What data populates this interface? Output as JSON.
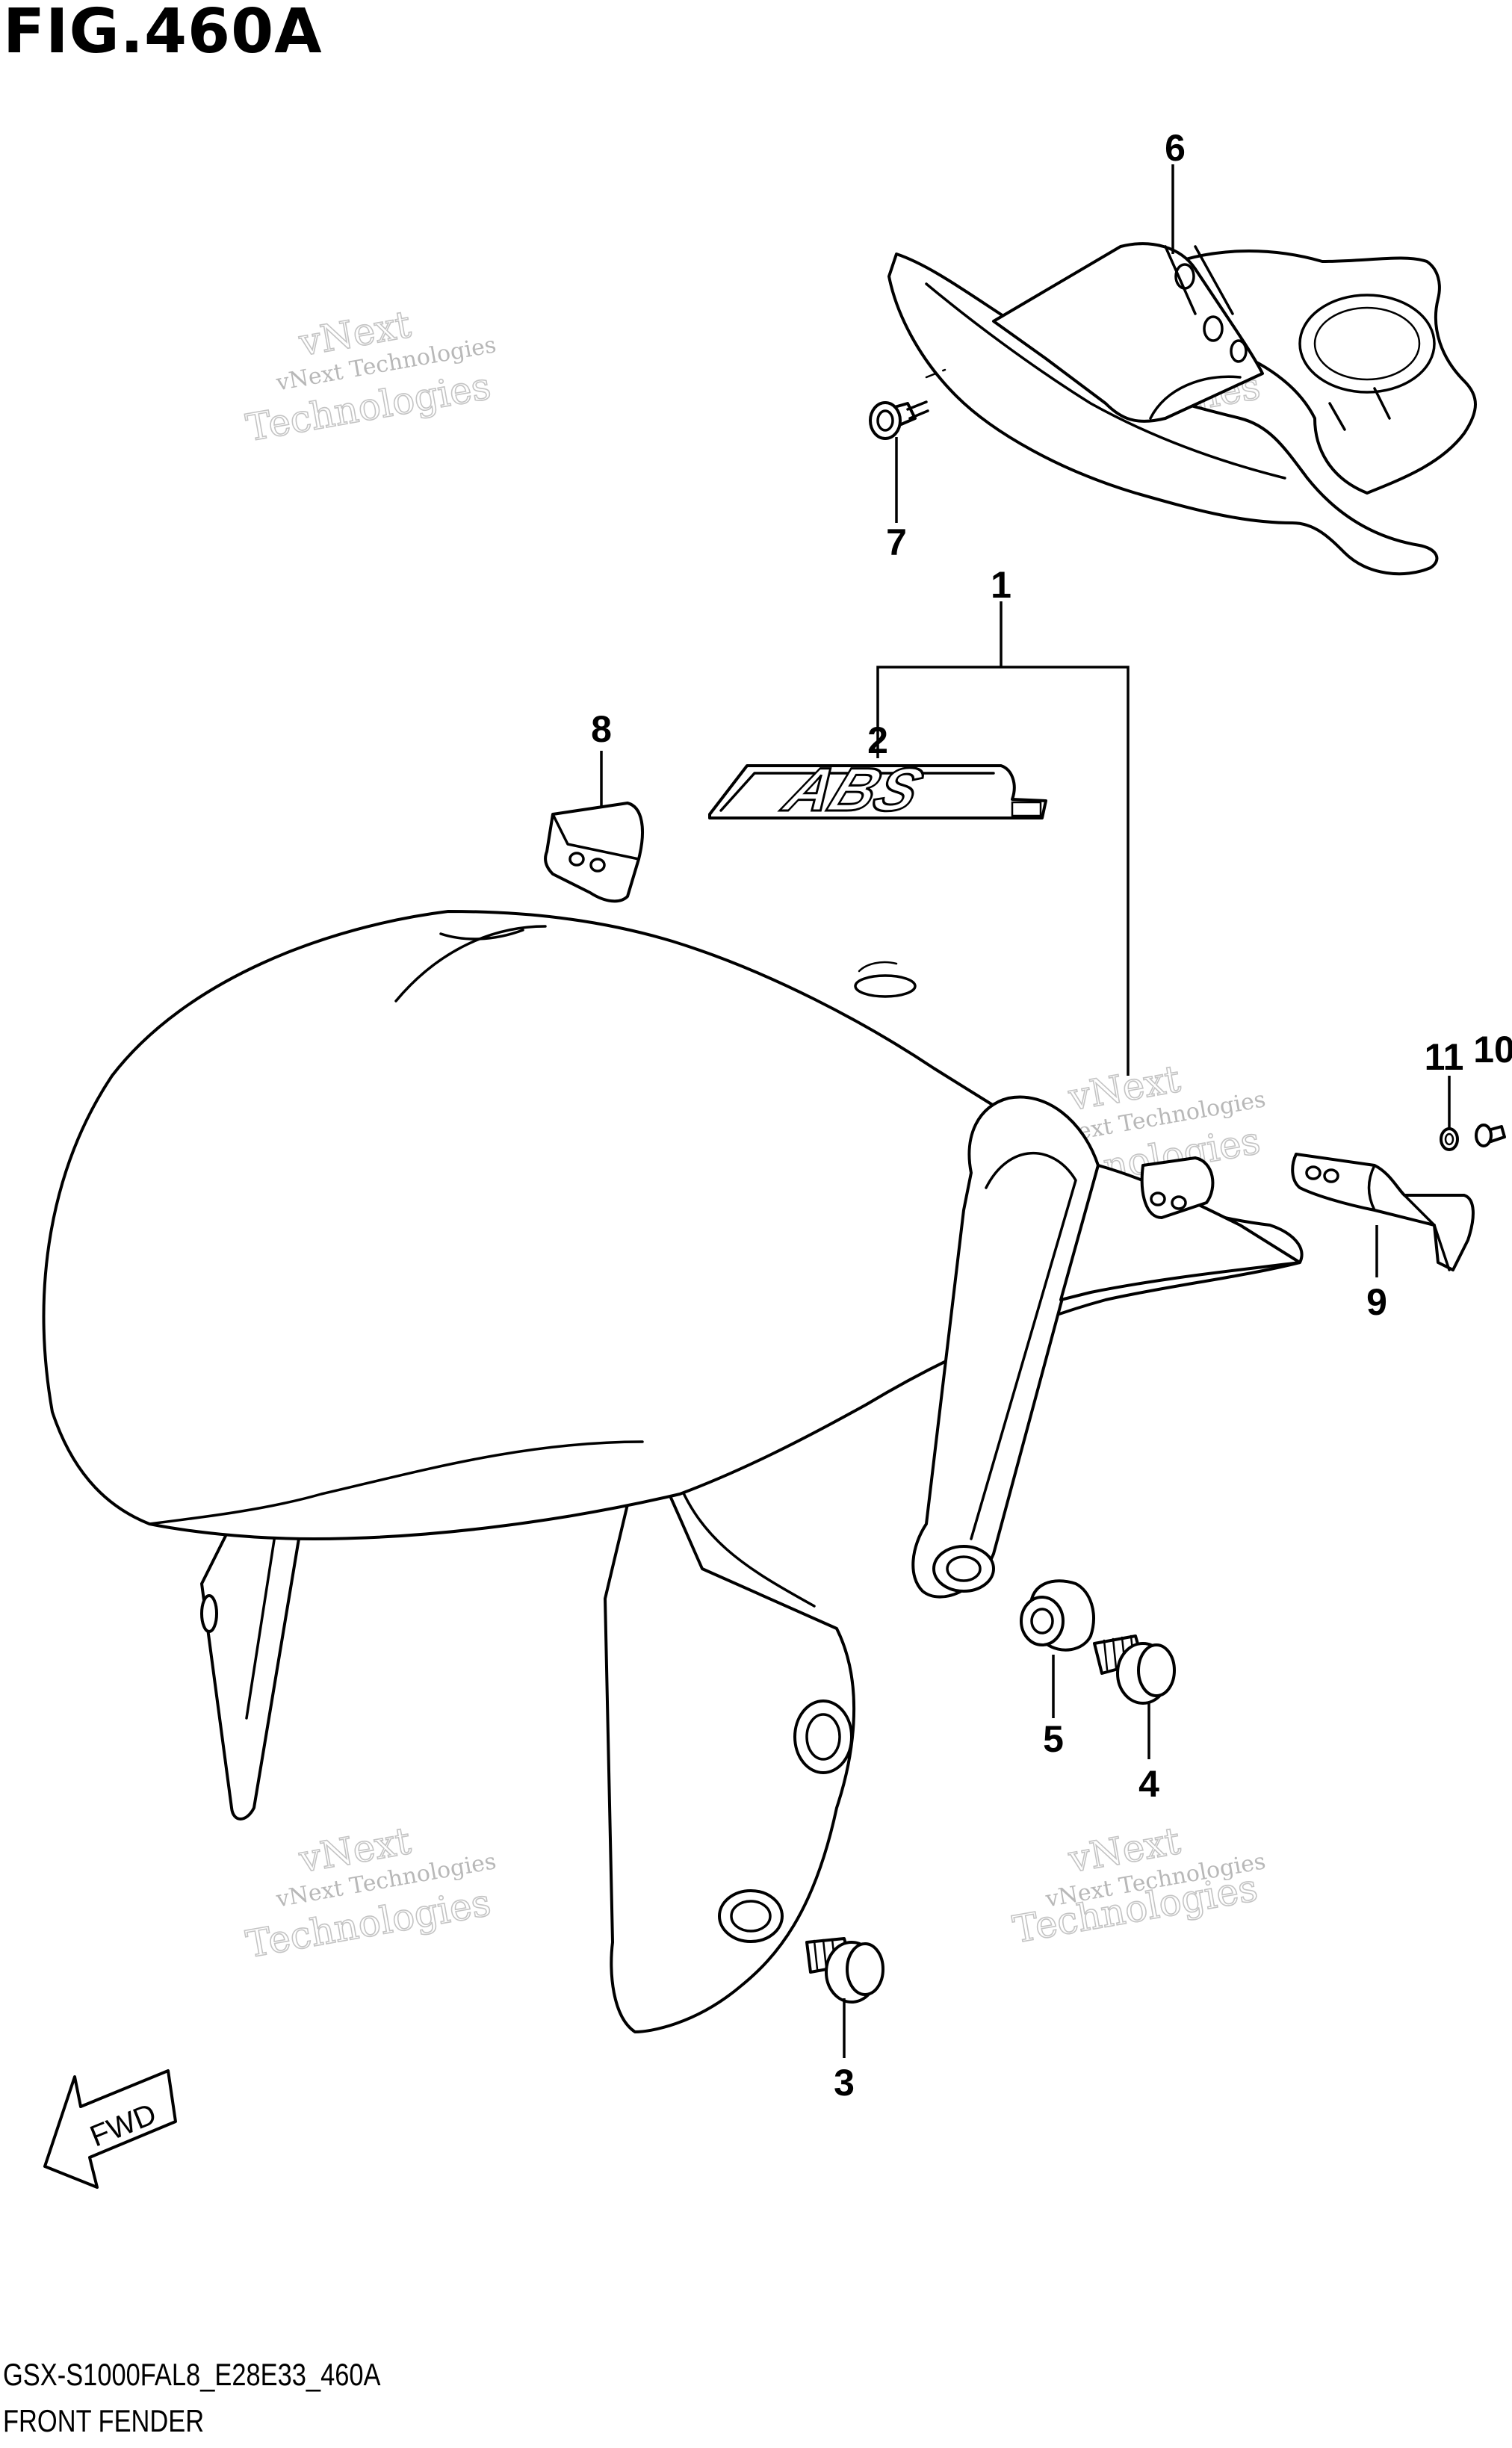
{
  "figure": {
    "title": "FIG.460A",
    "model_code": "GSX-S1000FAL8_E28E33_460A",
    "section_name": "FRONT FENDER"
  },
  "callouts": [
    "1",
    "2",
    "3",
    "4",
    "5",
    "6",
    "7",
    "8",
    "9",
    "10",
    "11"
  ],
  "emblem_text": "ABS",
  "direction_label": "FWD",
  "watermark": {
    "line1": "vNext Technologies",
    "line2": "vNext",
    "line3": "Technologies"
  }
}
